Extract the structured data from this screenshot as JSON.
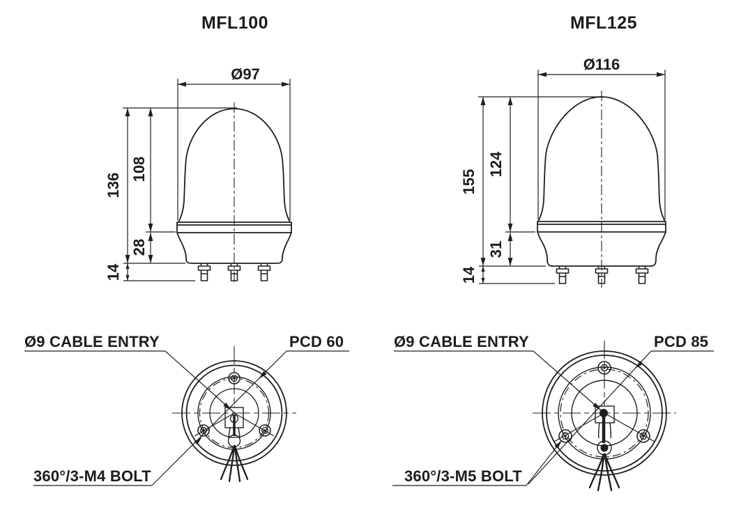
{
  "page": {
    "background": "#ffffff",
    "line_color": "#1f1f1f",
    "text_color": "#1c1c1c"
  },
  "figures": [
    {
      "model": "MFL100",
      "front": {
        "diameter": "Ø97",
        "total_height": "136",
        "upper_height": "108",
        "base_height": "28",
        "bolt_length": "14"
      },
      "bottom": {
        "cable_entry": "Ø9 CABLE ENTRY",
        "pcd": "PCD 60",
        "bolt": "360°/3-M4 BOLT"
      }
    },
    {
      "model": "MFL125",
      "front": {
        "diameter": "Ø116",
        "total_height": "155",
        "upper_height": "124",
        "base_height": "31",
        "bolt_length": "14"
      },
      "bottom": {
        "cable_entry": "Ø9 CABLE ENTRY",
        "pcd": "PCD 85",
        "bolt": "360°/3-M5 BOLT"
      }
    }
  ]
}
